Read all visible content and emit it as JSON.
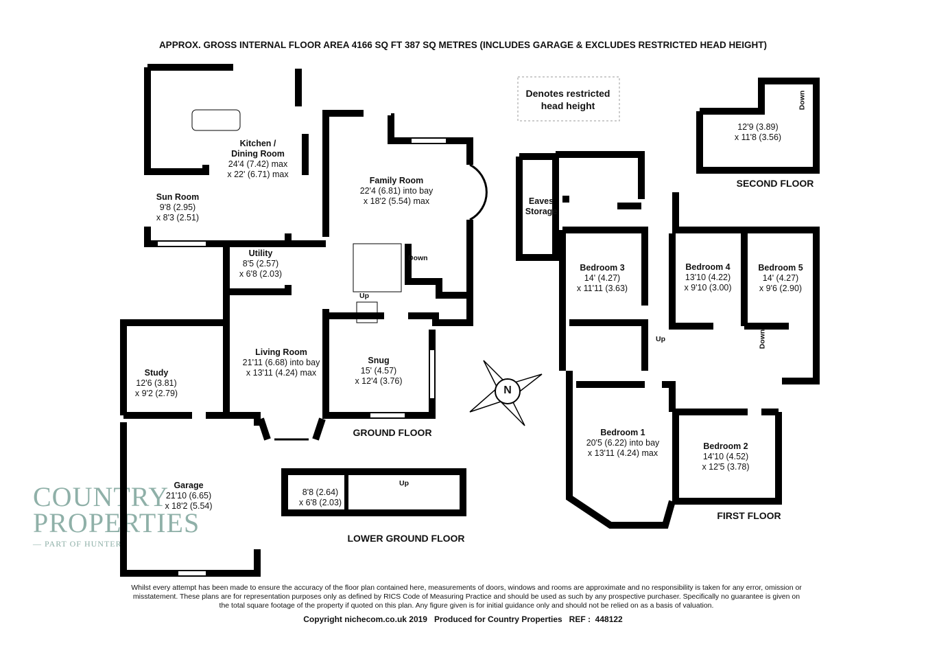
{
  "header": {
    "title": "APPROX. GROSS INTERNAL FLOOR AREA 4166 SQ FT 387 SQ METRES (INCLUDES GARAGE & EXCLUDES RESTRICTED HEAD HEIGHT)"
  },
  "legend": {
    "restricted": "Denotes restricted head height"
  },
  "ground_floor": {
    "label": "GROUND FLOOR",
    "kitchen": {
      "name1": "Kitchen /",
      "name2": "Dining Room",
      "dim1": "24'4 (7.42) max",
      "dim2": "x 22' (6.71) max"
    },
    "sun_room": {
      "name": "Sun Room",
      "dim1": "9'8 (2.95)",
      "dim2": "x 8'3 (2.51)"
    },
    "utility": {
      "name": "Utility",
      "dim1": "8'5 (2.57)",
      "dim2": "x 6'8 (2.03)"
    },
    "family_room": {
      "name": "Family Room",
      "dim1": "22'4 (6.81) into bay",
      "dim2": "x 18'2 (5.54) max"
    },
    "study": {
      "name": "Study",
      "dim1": "12'6 (3.81)",
      "dim2": "x 9'2 (2.79)"
    },
    "living_room": {
      "name": "Living Room",
      "dim1": "21'11 (6.68) into bay",
      "dim2": "x 13'11 (4.24) max"
    },
    "snug": {
      "name": "Snug",
      "dim1": "15' (4.57)",
      "dim2": "x 12'4 (3.76)"
    },
    "garage": {
      "name": "Garage",
      "dim1": "21'10 (6.65)",
      "dim2": "x 18'2 (5.54)"
    },
    "stairs_up": "Up",
    "stairs_down": "Down"
  },
  "lower_ground_floor": {
    "label": "LOWER GROUND FLOOR",
    "dim1": "8'8 (2.64)",
    "dim2": "x 6'8 (2.03)",
    "stairs_up": "Up"
  },
  "first_floor": {
    "label": "FIRST FLOOR",
    "eaves": {
      "name1": "Eaves",
      "name2": "Storage"
    },
    "bedroom3": {
      "name": "Bedroom 3",
      "dim1": "14' (4.27)",
      "dim2": "x 11'11 (3.63)"
    },
    "bedroom4": {
      "name": "Bedroom 4",
      "dim1": "13'10 (4.22)",
      "dim2": "x 9'10 (3.00)"
    },
    "bedroom5": {
      "name": "Bedroom 5",
      "dim1": "14' (4.27)",
      "dim2": "x 9'6 (2.90)"
    },
    "bedroom1": {
      "name": "Bedroom 1",
      "dim1": "20'5 (6.22) into bay",
      "dim2": "x 13'11 (4.24) max"
    },
    "bedroom2": {
      "name": "Bedroom 2",
      "dim1": "14'10 (4.52)",
      "dim2": "x 12'5 (3.78)"
    },
    "stairs_up": "Up",
    "stairs_down": "Down"
  },
  "second_floor": {
    "label": "SECOND FLOOR",
    "dim1": "12'9 (3.89)",
    "dim2": "x 11'8 (3.56)",
    "stairs_down": "Down"
  },
  "compass": {
    "north": "N"
  },
  "logo": {
    "line1": "COUNTRY",
    "line2": "PROPERTIES",
    "line3": "— PART OF HUNTERS"
  },
  "footer": {
    "disclaimer": "Whilst every attempt has been made to ensure the accuracy of the floor plan contained here, measurements of doors, windows and rooms are approximate and no responsibility is taken for any error, omission or misstatement. These plans are for representation purposes only as defined by RICS Code of Measuring Practice and should be used as such by any prospective purchaser. Specifically no guarantee is given on the total square footage of the property if quoted on this plan. Any figure given is for initial guidance only and should not be relied on as a basis of valuation.",
    "copyright": "Copyright nichecom.co.uk 2019   Produced for Country Properties   REF :  448122"
  }
}
